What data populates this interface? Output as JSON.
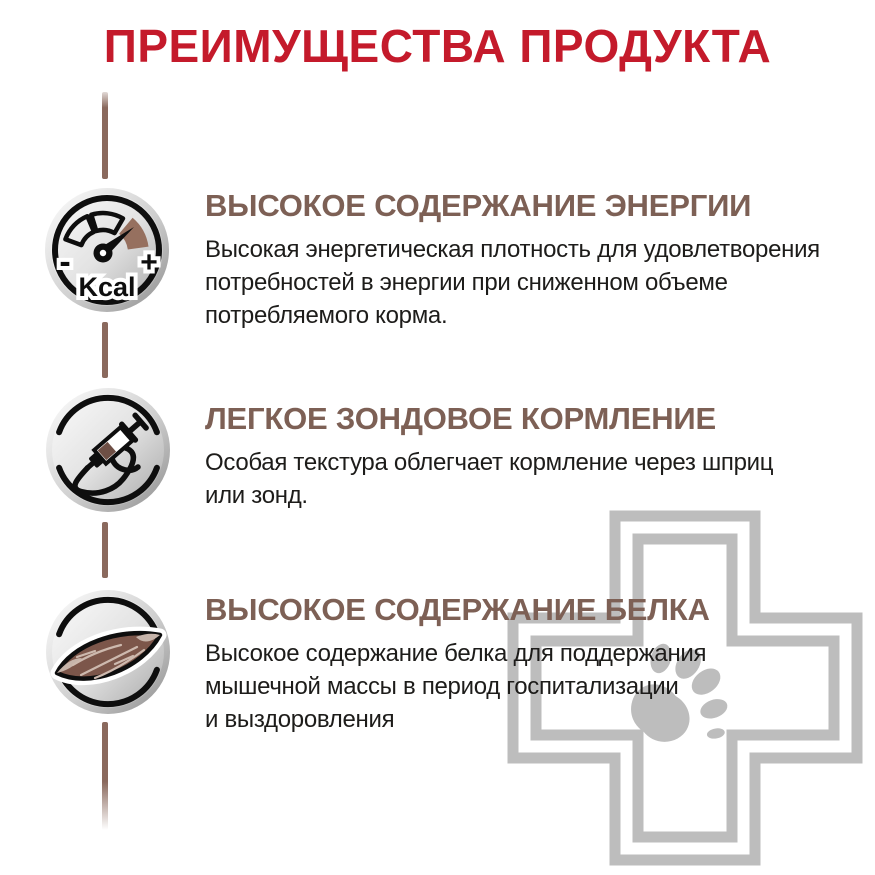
{
  "title": {
    "text": "ПРЕИМУЩЕСТВА ПРОДУКТА"
  },
  "benefits": [
    {
      "icon": "kcal-gauge",
      "heading": "ВЫСОКОЕ СОДЕРЖАНИЕ ЭНЕРГИИ",
      "lines": [
        "Высокая энергетическая плотность для удовлетворения",
        "потребностей в энергии при сниженном объеме",
        "потребляемого корма."
      ]
    },
    {
      "icon": "syringe-tube",
      "heading": "ЛЕГКОЕ ЗОНДОВОЕ КОРМЛЕНИЕ",
      "lines": [
        "Особая текстура облегчает кормление через шприц",
        "или зонд."
      ]
    },
    {
      "icon": "muscle",
      "heading": "ВЫСОКОЕ СОДЕРЖАНИЕ БЕЛКА",
      "lines": [
        "Высокое содержание белка для поддержания",
        "мышечной массы в период госпитализации",
        "и выздоровления"
      ]
    }
  ],
  "kcal_gauge": {
    "label": "Kcal",
    "minus": "-",
    "plus": "+"
  },
  "watermark": {
    "name": "veterinary-cross-with-paw"
  },
  "colors": {
    "accent_red": "#c41a2b",
    "heading_brown": "#7d6055",
    "body_text": "#1d1c1a",
    "line_brown": "#8a695d",
    "icon_accent_brown": "#96705f",
    "muscle_brown": "#7c564a",
    "watermark_gray": "#bdbdbd"
  }
}
